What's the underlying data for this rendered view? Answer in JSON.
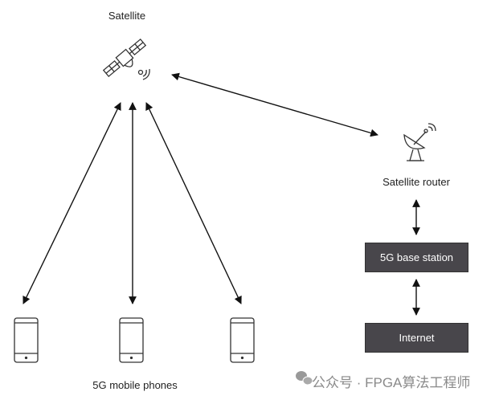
{
  "nodes": {
    "satellite": "Satellite",
    "satellite_router": "Satellite router",
    "base_station": "5G base station",
    "internet": "Internet",
    "phones": "5G mobile phones"
  },
  "watermark": "公众号 · FPGA算法工程师"
}
